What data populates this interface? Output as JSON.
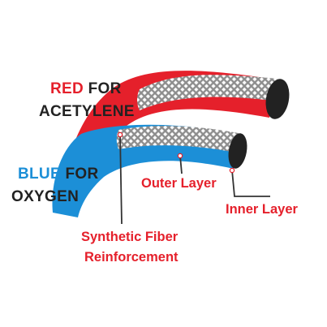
{
  "colors": {
    "red": "#e5202b",
    "blue": "#1c8fd7",
    "dark": "#222222",
    "leader": "#333333",
    "white": "#ffffff",
    "mesh_bg": "#8d8d8d"
  },
  "labels": {
    "red_word": "RED",
    "red_rest": " FOR",
    "red_line2": "ACETYLENE",
    "blue_word": "BLUE",
    "blue_rest": " FOR",
    "blue_line2": "OXYGEN",
    "outer_layer": "Outer Layer",
    "inner_layer": "Inner Layer",
    "fiber_line1": "Synthetic Fiber",
    "fiber_line2": "Reinforcement"
  }
}
